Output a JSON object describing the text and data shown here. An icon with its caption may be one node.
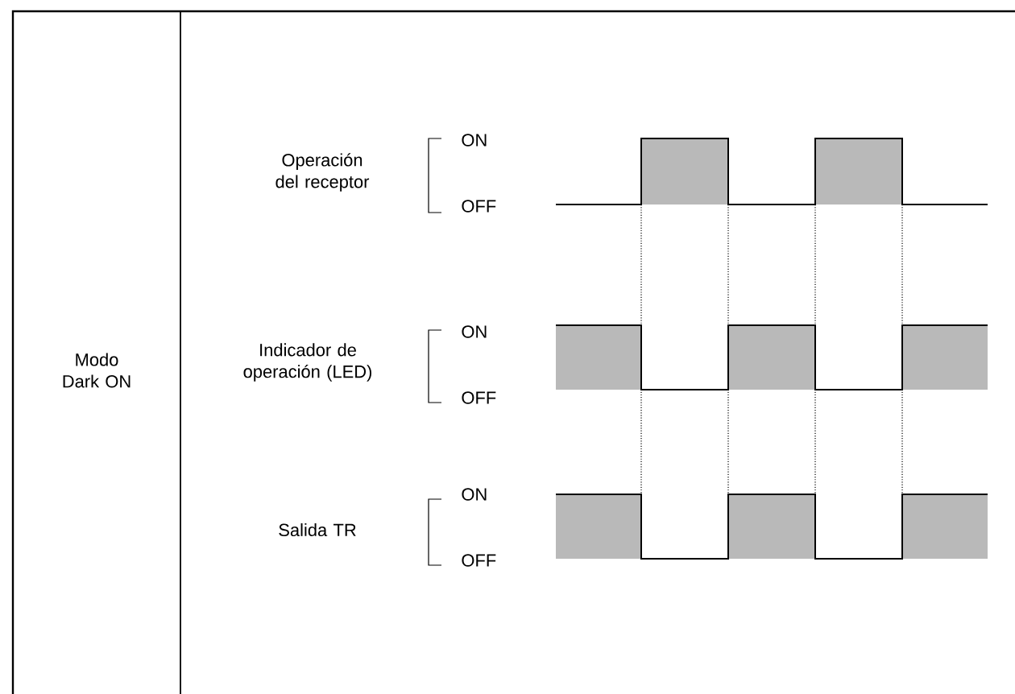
{
  "diagram": {
    "labels": [
      "Modo Dark ON",
      "Operación del receptor",
      "ON",
      "OFF",
      "Indicador de operación (LED)",
      "ON",
      "OFF",
      "Salida TR",
      "ON",
      "OFF"
    ]
  }
}
